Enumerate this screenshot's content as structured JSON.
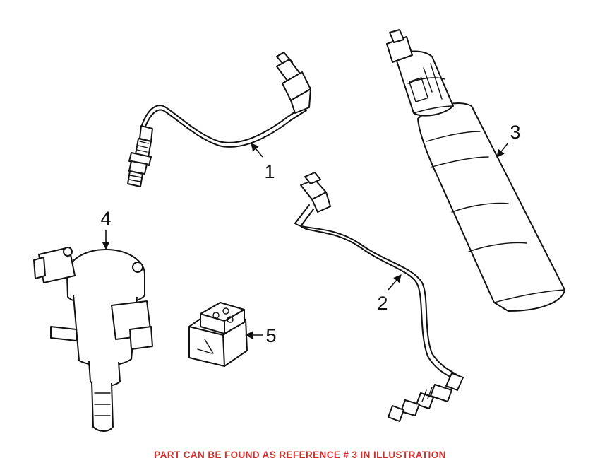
{
  "callouts": {
    "c1": "1",
    "c2": "2",
    "c3": "3",
    "c4": "4",
    "c5": "5"
  },
  "caption": "PART CAN BE FOUND AS REFERENCE # 3 IN ILLUSTRATION",
  "colors": {
    "caption": "#d32f2f",
    "lines": "#111111",
    "background": "#ffffff"
  }
}
